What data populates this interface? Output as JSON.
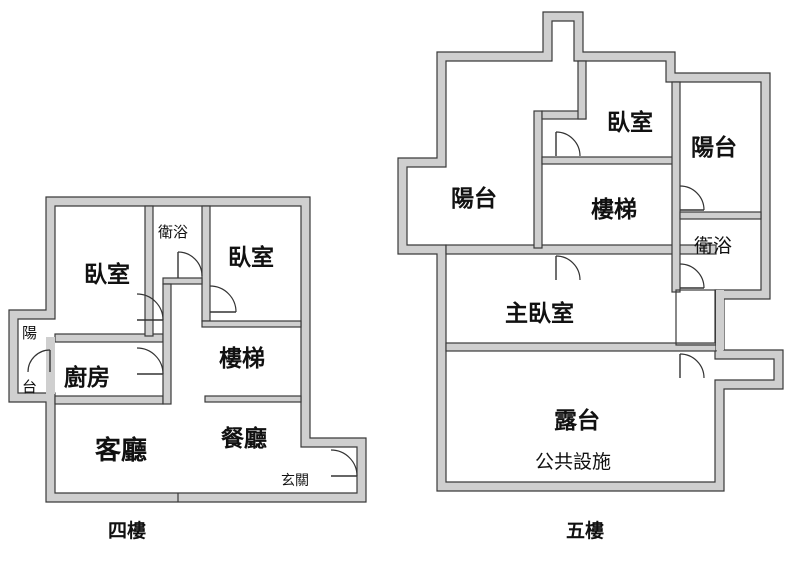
{
  "floor4": {
    "caption": "四樓",
    "rooms": {
      "bedroom_left": "臥室",
      "bathroom": "衛浴",
      "bedroom_right": "臥室",
      "balcony_top": "陽",
      "balcony_bottom": "台",
      "kitchen": "廚房",
      "stairs": "樓梯",
      "living_room": "客廳",
      "dining_room": "餐廳",
      "entrance": "玄關"
    }
  },
  "floor5": {
    "caption": "五樓",
    "rooms": {
      "bedroom": "臥室",
      "balcony_left": "陽台",
      "balcony_right": "陽台",
      "stairs": "樓梯",
      "bathroom": "衛浴",
      "master_bedroom": "主臥室",
      "terrace": "露台",
      "public_facilities": "公共設施"
    }
  }
}
